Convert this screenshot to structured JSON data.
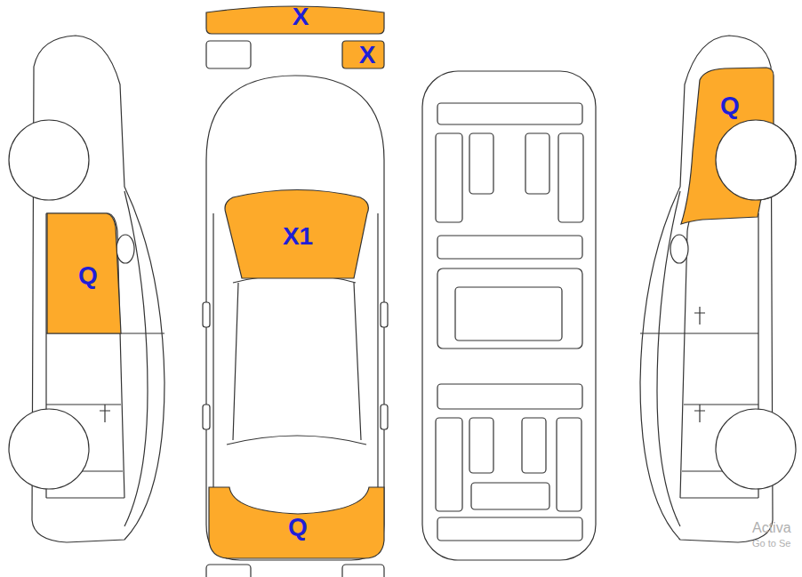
{
  "diagram": {
    "nodes": [
      {
        "text": [
          "X"
        ]
      },
      {
        "text": [
          "X"
        ]
      },
      {
        "text": [
          "Q"
        ]
      },
      {
        "text": [
          "X1"
        ]
      },
      {
        "text": [
          "Q"
        ]
      },
      {
        "text": [
          "Q"
        ]
      }
    ],
    "labels": [
      "Activa",
      "Go to Se"
    ]
  }
}
